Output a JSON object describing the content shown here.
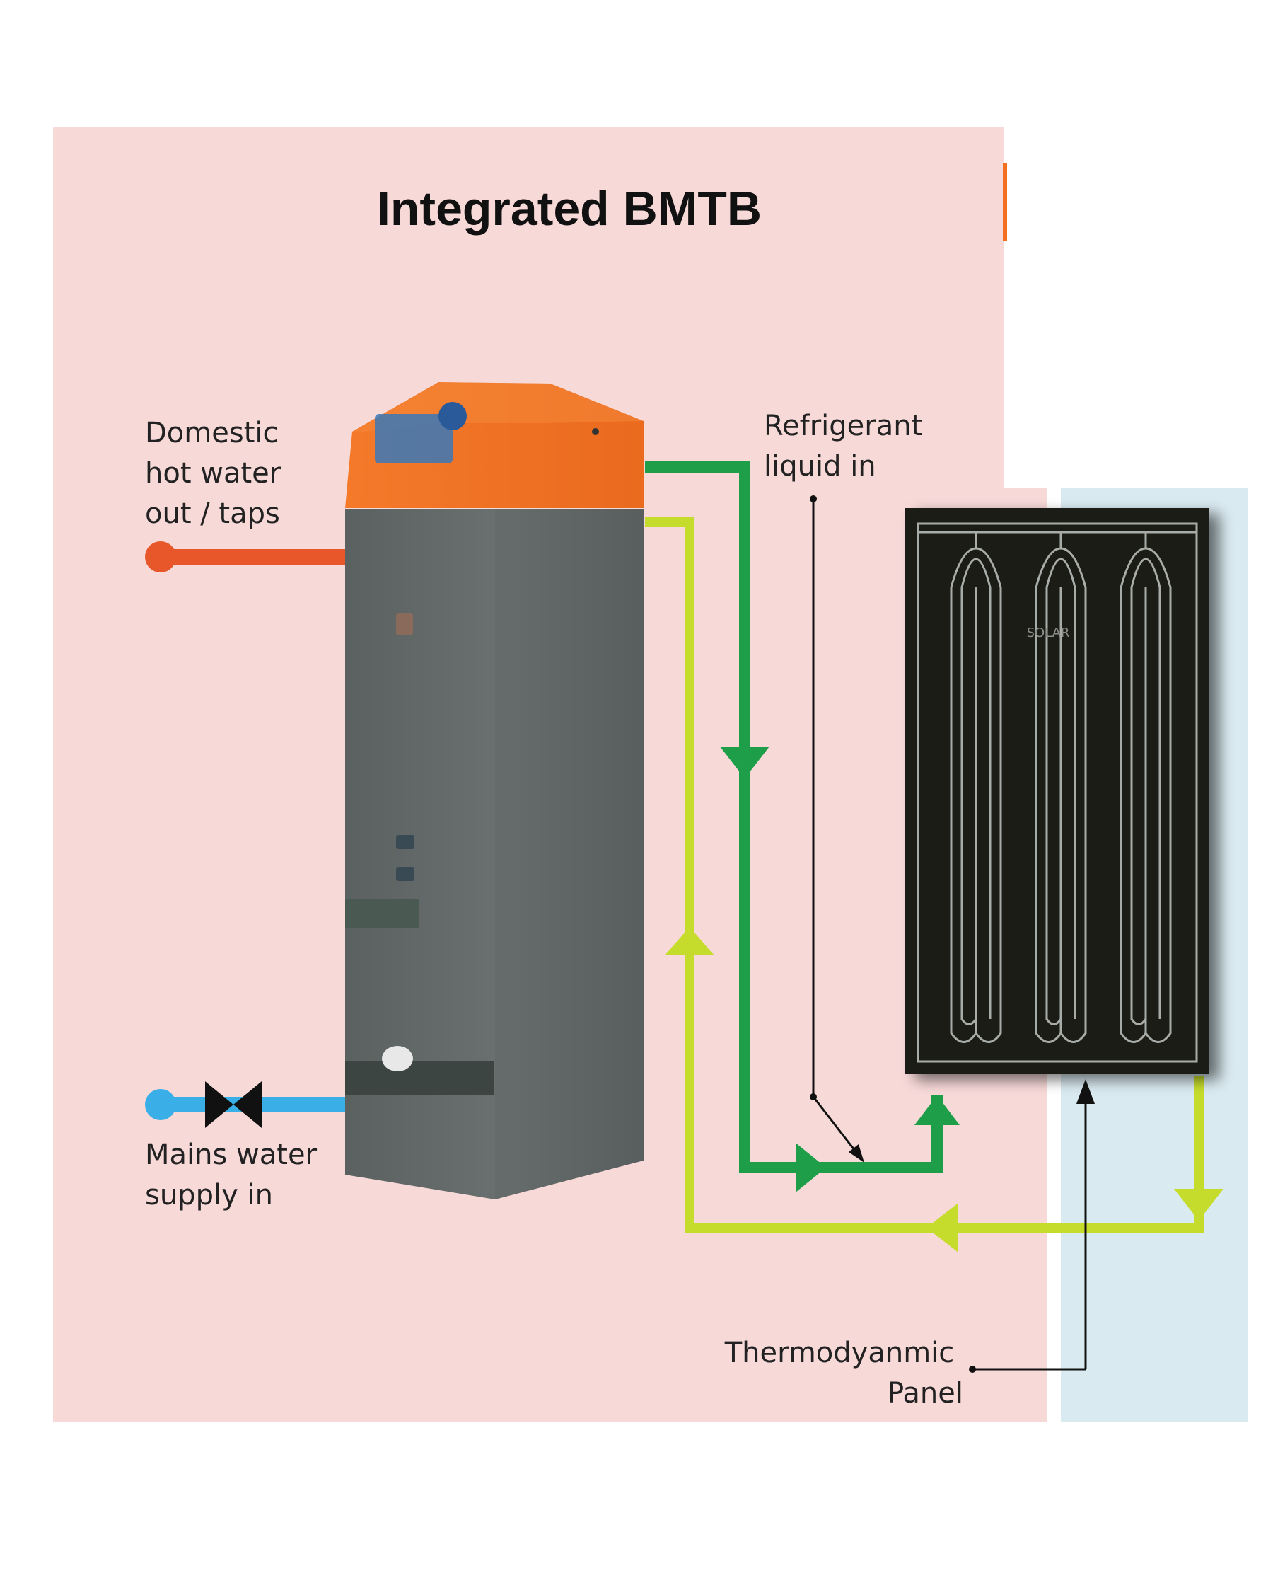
{
  "title": "Integrated BMTB",
  "labels": {
    "hot_water_line1": "Domestic",
    "hot_water_line2": "hot water",
    "hot_water_line3": "out / taps",
    "refrigerant_line1": "Refrigerant",
    "refrigerant_line2": "liquid in",
    "mains_line1": "Mains water",
    "mains_line2": "supply in",
    "panel_line1": "Thermodyanmic",
    "panel_line2": "Panel",
    "panel_badge": "SOLAR"
  },
  "colors": {
    "background_pink": "#f7d9d8",
    "background_blue": "#d9eaf0",
    "tank_body": "#5c6362",
    "tank_top": "#f37021",
    "hot_pipe": "#e8572a",
    "cold_pipe": "#3aaee6",
    "refrigerant_green": "#1e9e48",
    "return_lime": "#c6dc2c",
    "panel_black": "#1a1b19"
  }
}
